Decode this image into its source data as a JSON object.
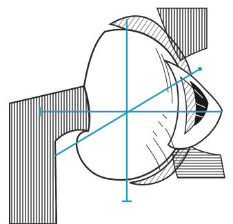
{
  "figure": {
    "subject": "eyeball-with-optic-nerve",
    "colors": {
      "ink": "#2a2a2a",
      "shade": "#1a1a1a",
      "axis": "#2f96b6",
      "background": "#ffffff"
    },
    "axes": [
      {
        "name": "vertical-axis"
      },
      {
        "name": "horizontal-axis"
      },
      {
        "name": "visual-axis"
      }
    ]
  }
}
